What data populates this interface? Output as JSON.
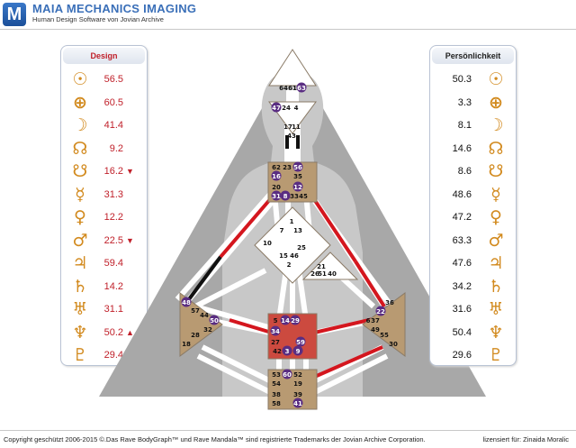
{
  "header": {
    "logo_letter": "M",
    "title": "MAIA MECHANICS IMAGING",
    "subtitle": "Human Design Software von Jovian Archive"
  },
  "design": {
    "label": "Design",
    "color": "#c0202a",
    "rows": [
      {
        "icon": "sun-icon",
        "glyph": "☉",
        "value": "56.5",
        "arrow": ""
      },
      {
        "icon": "earth-icon",
        "glyph": "⊕",
        "value": "60.5",
        "arrow": ""
      },
      {
        "icon": "moon-icon",
        "glyph": "☽",
        "value": "41.4",
        "arrow": ""
      },
      {
        "icon": "north-node-icon",
        "glyph": "☊",
        "value": "9.2",
        "arrow": ""
      },
      {
        "icon": "south-node-icon",
        "glyph": "☋",
        "value": "16.2",
        "arrow": "▼"
      },
      {
        "icon": "mercury-icon",
        "glyph": "☿",
        "value": "31.3",
        "arrow": ""
      },
      {
        "icon": "venus-icon",
        "glyph": "♀",
        "value": "12.2",
        "arrow": ""
      },
      {
        "icon": "mars-icon",
        "glyph": "♂",
        "value": "22.5",
        "arrow": "▼"
      },
      {
        "icon": "jupiter-icon",
        "glyph": "♃",
        "value": "59.4",
        "arrow": ""
      },
      {
        "icon": "saturn-icon",
        "glyph": "♄",
        "value": "14.2",
        "arrow": ""
      },
      {
        "icon": "uranus-icon",
        "glyph": "♅",
        "value": "31.1",
        "arrow": ""
      },
      {
        "icon": "neptune-icon",
        "glyph": "♆",
        "value": "50.2",
        "arrow": "▲"
      },
      {
        "icon": "pluto-icon",
        "glyph": "♇",
        "value": "29.4",
        "arrow": ""
      }
    ]
  },
  "personality": {
    "label": "Persönlichkeit",
    "color": "#111111",
    "rows": [
      {
        "icon": "sun-icon",
        "glyph": "☉",
        "value": "50.3"
      },
      {
        "icon": "earth-icon",
        "glyph": "⊕",
        "value": "3.3"
      },
      {
        "icon": "moon-icon",
        "glyph": "☽",
        "value": "8.1"
      },
      {
        "icon": "north-node-icon",
        "glyph": "☊",
        "value": "14.6"
      },
      {
        "icon": "south-node-icon",
        "glyph": "☋",
        "value": "8.6"
      },
      {
        "icon": "mercury-icon",
        "glyph": "☿",
        "value": "48.6"
      },
      {
        "icon": "venus-icon",
        "glyph": "♀",
        "value": "47.2"
      },
      {
        "icon": "mars-icon",
        "glyph": "♂",
        "value": "63.3"
      },
      {
        "icon": "jupiter-icon",
        "glyph": "♃",
        "value": "47.6"
      },
      {
        "icon": "saturn-icon",
        "glyph": "♄",
        "value": "34.2"
      },
      {
        "icon": "uranus-icon",
        "glyph": "♅",
        "value": "31.6"
      },
      {
        "icon": "neptune-icon",
        "glyph": "♆",
        "value": "50.4"
      },
      {
        "icon": "pluto-icon",
        "glyph": "♇",
        "value": "29.6"
      }
    ]
  },
  "bodygraph": {
    "colors": {
      "defined": "#b89a72",
      "sacral": "#cc4a3f",
      "open": "#ffffff",
      "red": "#d4161e",
      "black": "#111111",
      "purple": "#5a2d82"
    },
    "centers": [
      {
        "id": "head",
        "defined": false,
        "gates": [
          {
            "n": "64"
          },
          {
            "n": "61"
          },
          {
            "n": "63",
            "hl": true
          }
        ]
      },
      {
        "id": "ajna",
        "defined": false,
        "gates": [
          {
            "n": "47",
            "hl": true
          },
          {
            "n": "24"
          },
          {
            "n": "4"
          },
          {
            "n": "17"
          },
          {
            "n": "11"
          },
          {
            "n": "43"
          }
        ]
      },
      {
        "id": "throat",
        "defined": true,
        "gates": [
          {
            "n": "62"
          },
          {
            "n": "23"
          },
          {
            "n": "56",
            "hl": true
          },
          {
            "n": "16",
            "hl": true
          },
          {
            "n": "35"
          },
          {
            "n": "20"
          },
          {
            "n": "12",
            "hl": true
          },
          {
            "n": "31",
            "hl": true
          },
          {
            "n": "8",
            "hl": true
          },
          {
            "n": "33"
          },
          {
            "n": "45"
          }
        ]
      },
      {
        "id": "g",
        "defined": false,
        "gates": [
          {
            "n": "1"
          },
          {
            "n": "7"
          },
          {
            "n": "13"
          },
          {
            "n": "10"
          },
          {
            "n": "25"
          },
          {
            "n": "15"
          },
          {
            "n": "46"
          },
          {
            "n": "2"
          }
        ]
      },
      {
        "id": "heart",
        "defined": false,
        "gates": [
          {
            "n": "21"
          },
          {
            "n": "26"
          },
          {
            "n": "51"
          },
          {
            "n": "40"
          }
        ]
      },
      {
        "id": "spleen",
        "defined": true,
        "gates": [
          {
            "n": "48",
            "hl": true
          },
          {
            "n": "57"
          },
          {
            "n": "44"
          },
          {
            "n": "50",
            "hl": true
          },
          {
            "n": "32"
          },
          {
            "n": "28"
          },
          {
            "n": "18"
          }
        ]
      },
      {
        "id": "sacral",
        "defined": true,
        "gates": [
          {
            "n": "5"
          },
          {
            "n": "14",
            "hl": true
          },
          {
            "n": "29",
            "hl": true
          },
          {
            "n": "34",
            "hl": true
          },
          {
            "n": "27"
          },
          {
            "n": "59",
            "hl": true
          },
          {
            "n": "42"
          },
          {
            "n": "3",
            "hl": true
          },
          {
            "n": "9",
            "hl": true
          }
        ]
      },
      {
        "id": "solar-plexus",
        "defined": true,
        "gates": [
          {
            "n": "36"
          },
          {
            "n": "22",
            "hl": true
          },
          {
            "n": "37"
          },
          {
            "n": "6"
          },
          {
            "n": "49"
          },
          {
            "n": "55"
          },
          {
            "n": "30"
          }
        ]
      },
      {
        "id": "root",
        "defined": true,
        "gates": [
          {
            "n": "53"
          },
          {
            "n": "60",
            "hl": true
          },
          {
            "n": "52"
          },
          {
            "n": "54"
          },
          {
            "n": "19"
          },
          {
            "n": "38"
          },
          {
            "n": "39"
          },
          {
            "n": "58"
          },
          {
            "n": "41",
            "hl": true
          }
        ]
      }
    ]
  },
  "footer": {
    "copyright": "Copyright geschützt 2006-2015 ©.Das Rave BodyGraph™ und Rave Mandala™ sind registrierte Trademarks der Jovian Archive Corporation.",
    "license": "lizensiert für: Zinaida Moralic"
  }
}
